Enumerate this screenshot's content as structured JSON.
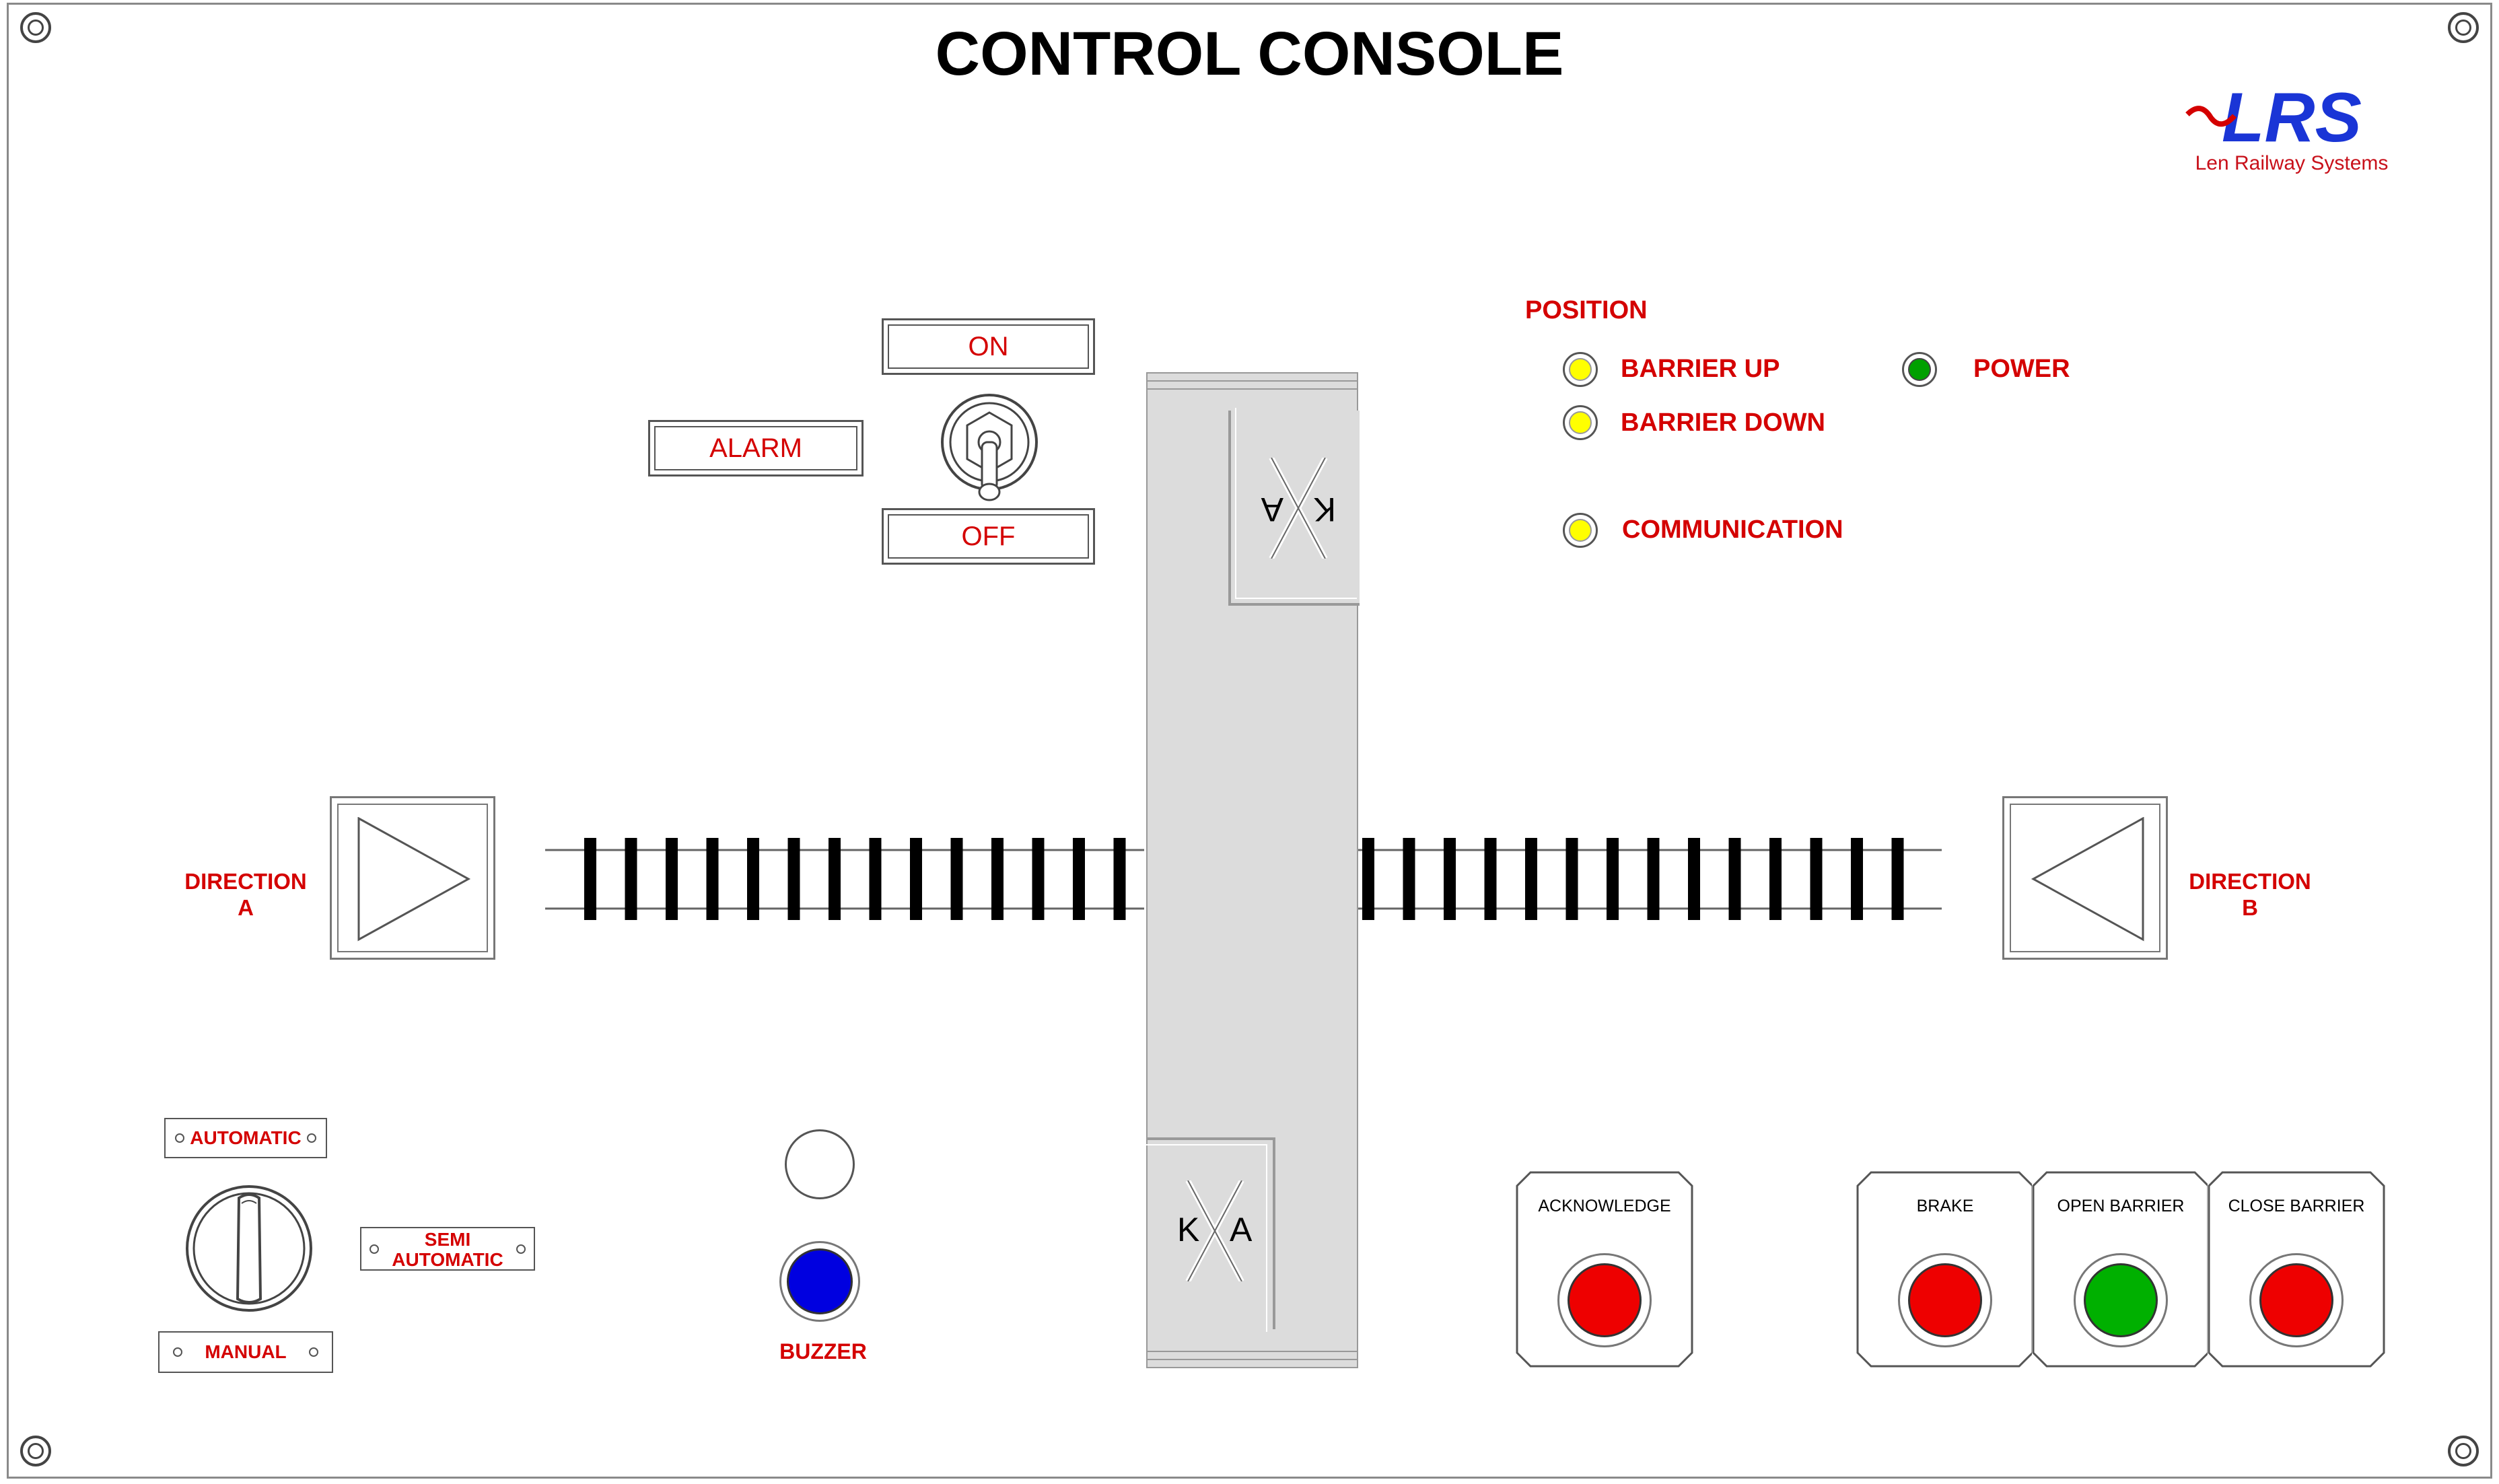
{
  "panel": {
    "title": "CONTROL CONSOLE"
  },
  "brand": {
    "logo_text": "LRS",
    "name": "Len Railway Systems",
    "logo_color": "#1a35d6",
    "accent_color": "#d40000"
  },
  "alarm": {
    "label": "ALARM",
    "on_label": "ON",
    "off_label": "OFF",
    "switch_icon": "toggle-switch-icon"
  },
  "indicators": {
    "heading": "POSITION",
    "barrier_up": {
      "label": "BARRIER UP",
      "color": "#ffff00"
    },
    "barrier_down": {
      "label": "BARRIER DOWN",
      "color": "#ffff00"
    },
    "communication": {
      "label": "COMMUNICATION",
      "color": "#ffff00"
    },
    "power": {
      "label": "POWER",
      "color": "#00a000"
    }
  },
  "track": {
    "direction_a": {
      "line1": "DIRECTION",
      "line2": "A",
      "icon": "arrow-right-icon"
    },
    "direction_b": {
      "line1": "DIRECTION",
      "line2": "B",
      "icon": "arrow-left-icon"
    },
    "crossing_top_sign": {
      "left": "K",
      "right": "A"
    },
    "crossing_bottom_sign": {
      "left": "K",
      "right": "A"
    }
  },
  "mode_selector": {
    "automatic": "AUTOMATIC",
    "semi_line1": "SEMI",
    "semi_line2": "AUTOMATIC",
    "manual": "MANUAL",
    "icon": "rotary-selector-icon"
  },
  "buzzer": {
    "label": "BUZZER",
    "lamp_color": "#ffffff",
    "button_color": "#0000e0"
  },
  "buttons": {
    "acknowledge": {
      "label": "ACKNOWLEDGE",
      "color": "#ee0000"
    },
    "brake": {
      "label": "BRAKE",
      "color": "#ee0000"
    },
    "open_barrier": {
      "label": "OPEN BARRIER",
      "color": "#00b000"
    },
    "close_barrier": {
      "label": "CLOSE BARRIER",
      "color": "#ee0000"
    }
  }
}
